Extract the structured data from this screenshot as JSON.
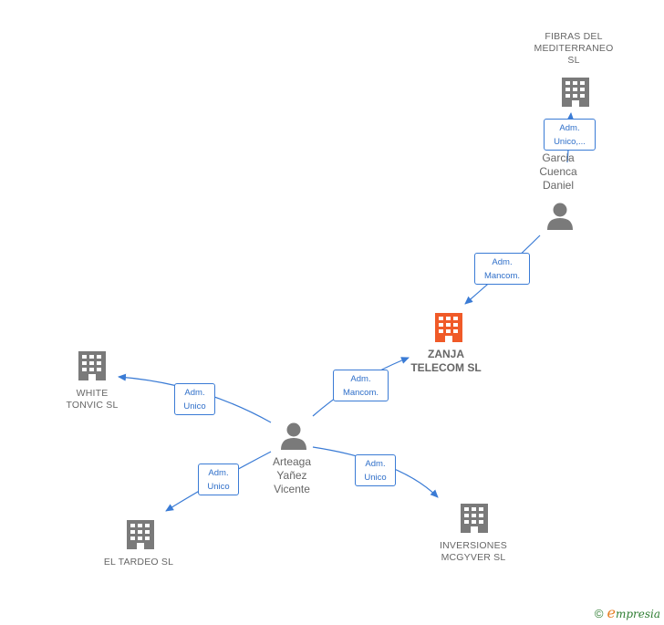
{
  "nodes": {
    "fibras": "FIBRAS DEL\nMEDITERRANEO\nSL",
    "garcia": "Garcia\nCuenca\nDaniel",
    "zanja": "ZANJA\nTELECOM SL",
    "white": "WHITE\nTONVIC SL",
    "arteaga": "Arteaga\nYañez\nVicente",
    "tardeo": "EL TARDEO SL",
    "mcgyver": "INVERSIONES\nMCGYVER SL"
  },
  "edges": {
    "garcia_fibras": "Adm.\nUnico,...",
    "garcia_zanja": "Adm.\nMancom.",
    "arteaga_zanja": "Adm.\nMancom.",
    "arteaga_white": "Adm.\nUnico",
    "arteaga_tardeo": "Adm.\nUnico",
    "arteaga_mcgyver": "Adm.\nUnico"
  },
  "colors": {
    "company": "#7a7a7a",
    "focus": "#f05a28",
    "person": "#7a7a7a",
    "edge": "#3a7bd5"
  },
  "footer": {
    "symbol": "©",
    "brand_initial": "e",
    "brand_rest": "mpresia"
  }
}
